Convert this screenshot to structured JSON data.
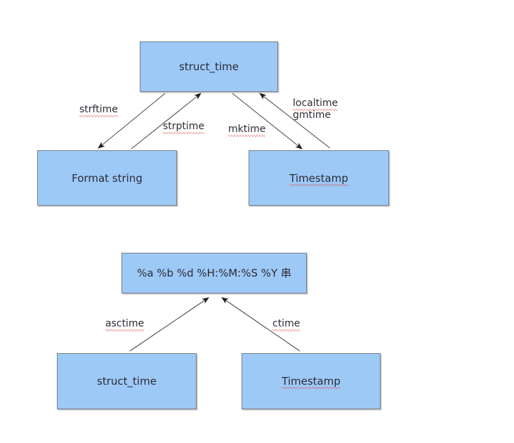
{
  "diagram": {
    "title_present": false,
    "colors": {
      "node_fill": "#9DC9F7",
      "node_border": "#7a7f85",
      "edge_stroke": "#4d4d4d",
      "text": "#2b2b33",
      "spellcheck_underline": "#e04a4a",
      "background": "#ffffff"
    },
    "top_group": {
      "nodes": [
        {
          "id": "struct-time-top",
          "label": "struct_time",
          "spellcheck": false
        },
        {
          "id": "format-string",
          "label": "Format string",
          "spellcheck": false
        },
        {
          "id": "timestamp-top",
          "label": "Timestamp",
          "spellcheck": true
        }
      ],
      "edges": [
        {
          "id": "strftime",
          "label": "strftime",
          "from": "struct_time",
          "to": "Format string",
          "spellcheck": true
        },
        {
          "id": "strptime",
          "label": "strptime",
          "from": "Format string",
          "to": "struct_time",
          "spellcheck": true
        },
        {
          "id": "mktime",
          "label": "mktime",
          "from": "struct_time",
          "to": "Timestamp",
          "spellcheck": true
        },
        {
          "id": "localtime-gmtime",
          "label_line1": "localtime",
          "label_line2": "gmtime",
          "from": "Timestamp",
          "to": "struct_time",
          "spellcheck_line1": true,
          "spellcheck_line2": false
        }
      ]
    },
    "bottom_group": {
      "nodes": [
        {
          "id": "format-pattern",
          "label": "%a %b %d %H:%M:%S %Y 串",
          "spellcheck": false
        },
        {
          "id": "struct-time-bottom",
          "label": "struct_time",
          "spellcheck": false
        },
        {
          "id": "timestamp-bottom",
          "label": "Timestamp",
          "spellcheck": true
        }
      ],
      "edges": [
        {
          "id": "asctime",
          "label": "asctime",
          "from": "struct_time",
          "to": "%a %b %d %H:%M:%S %Y 串",
          "spellcheck": true
        },
        {
          "id": "ctime",
          "label": "ctime",
          "from": "Timestamp",
          "to": "%a %b %d %H:%M:%S %Y 串",
          "spellcheck": true
        }
      ]
    }
  }
}
